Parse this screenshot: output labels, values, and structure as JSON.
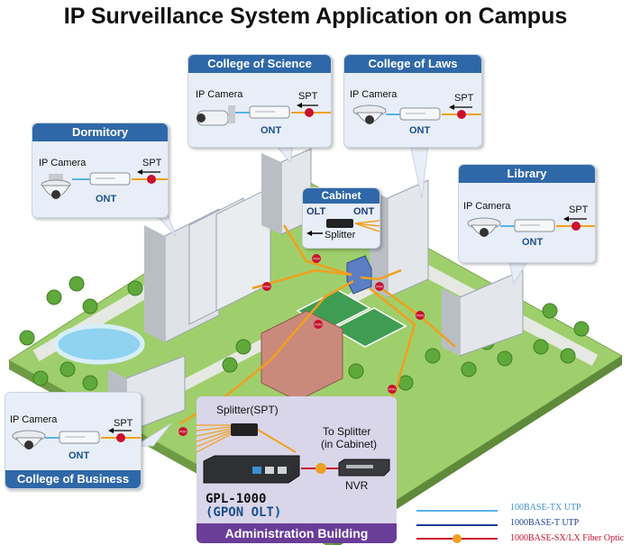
{
  "title": "IP Surveillance System Application on Campus",
  "callouts": {
    "science": {
      "title": "College of Science",
      "camera": "IP Camera",
      "spt": "SPT",
      "ont": "ONT"
    },
    "laws": {
      "title": "College of Laws",
      "camera": "IP Camera",
      "spt": "SPT",
      "ont": "ONT"
    },
    "dormitory": {
      "title": "Dormitory",
      "camera": "IP Camera",
      "spt": "SPT",
      "ont": "ONT"
    },
    "library": {
      "title": "Library",
      "camera": "IP Camera",
      "spt": "SPT",
      "ont": "ONT"
    },
    "business": {
      "title": "College of Business",
      "camera": "IP Camera",
      "spt": "SPT",
      "ont": "ONT"
    }
  },
  "cabinet": {
    "title": "Cabinet",
    "olt": "OLT",
    "ont": "ONT",
    "splitter": "Splitter"
  },
  "admin": {
    "title": "Administration Building",
    "splitter_spt": "Splitter(SPT)",
    "to_splitter_1": "To Splitter",
    "to_splitter_2": "(in Cabinet)",
    "device_name": "GPL-1000",
    "device_sub": "(GPON OLT)",
    "nvr": "NVR"
  },
  "badge_text": "PON",
  "legend": [
    {
      "label": "100BASE-TX UTP",
      "color": "#59b2e6"
    },
    {
      "label": "1000BASE-T UTP",
      "color": "#1e3f8f"
    },
    {
      "label": "1000BASE-SX/LX Fiber Optic",
      "color": "#c8102e"
    }
  ],
  "colors": {
    "callout_header": "#2f68a8",
    "admin_header": "#6a3d98",
    "fiber": "#f0a020",
    "grass": "#9fcf6c"
  }
}
